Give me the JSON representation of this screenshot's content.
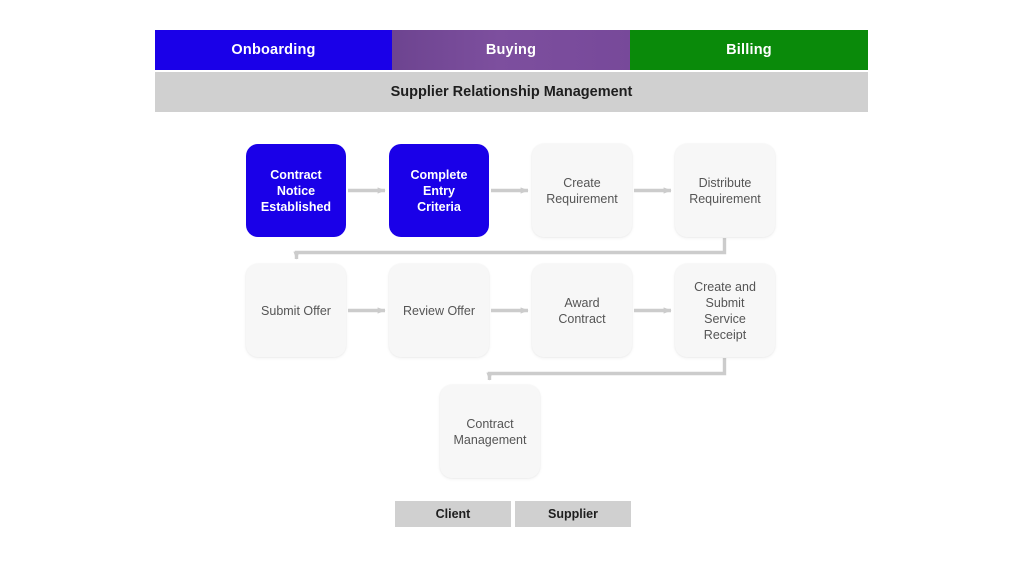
{
  "header": {
    "phases": [
      {
        "label": "Onboarding",
        "color": "#1a00e8"
      },
      {
        "label": "Buying",
        "color": "#7a4a98"
      },
      {
        "label": "Billing",
        "color": "#0a8a0a"
      }
    ],
    "subtitle": "Supplier Relationship Management",
    "subtitle_color": "#d0d0d0"
  },
  "flow": {
    "rows": [
      {
        "nodes": [
          {
            "label": "Contract\nNotice\nEstablished",
            "style": "blue"
          },
          {
            "label": "Complete\nEntry\nCriteria",
            "style": "blue"
          },
          {
            "label": "Create\nRequirement",
            "style": "grey"
          },
          {
            "label": "Distribute\nRequirement",
            "style": "grey"
          }
        ]
      },
      {
        "nodes": [
          {
            "label": "Submit Offer",
            "style": "grey"
          },
          {
            "label": "Review Offer",
            "style": "grey"
          },
          {
            "label": "Award\nContract",
            "style": "grey"
          },
          {
            "label": "Create and\nSubmit\nService\nReceipt",
            "style": "grey"
          }
        ]
      },
      {
        "nodes": [
          {
            "label": "Contract\nManagement",
            "style": "grey"
          }
        ]
      }
    ]
  },
  "legend": {
    "items": [
      {
        "label": "Client"
      },
      {
        "label": "Supplier"
      }
    ],
    "color": "#d0d0d0"
  },
  "colors": {
    "blue_node": "#1a00e8",
    "grey_node": "#f7f7f7",
    "connector": "#cccccc",
    "text_grey": "#555555"
  }
}
